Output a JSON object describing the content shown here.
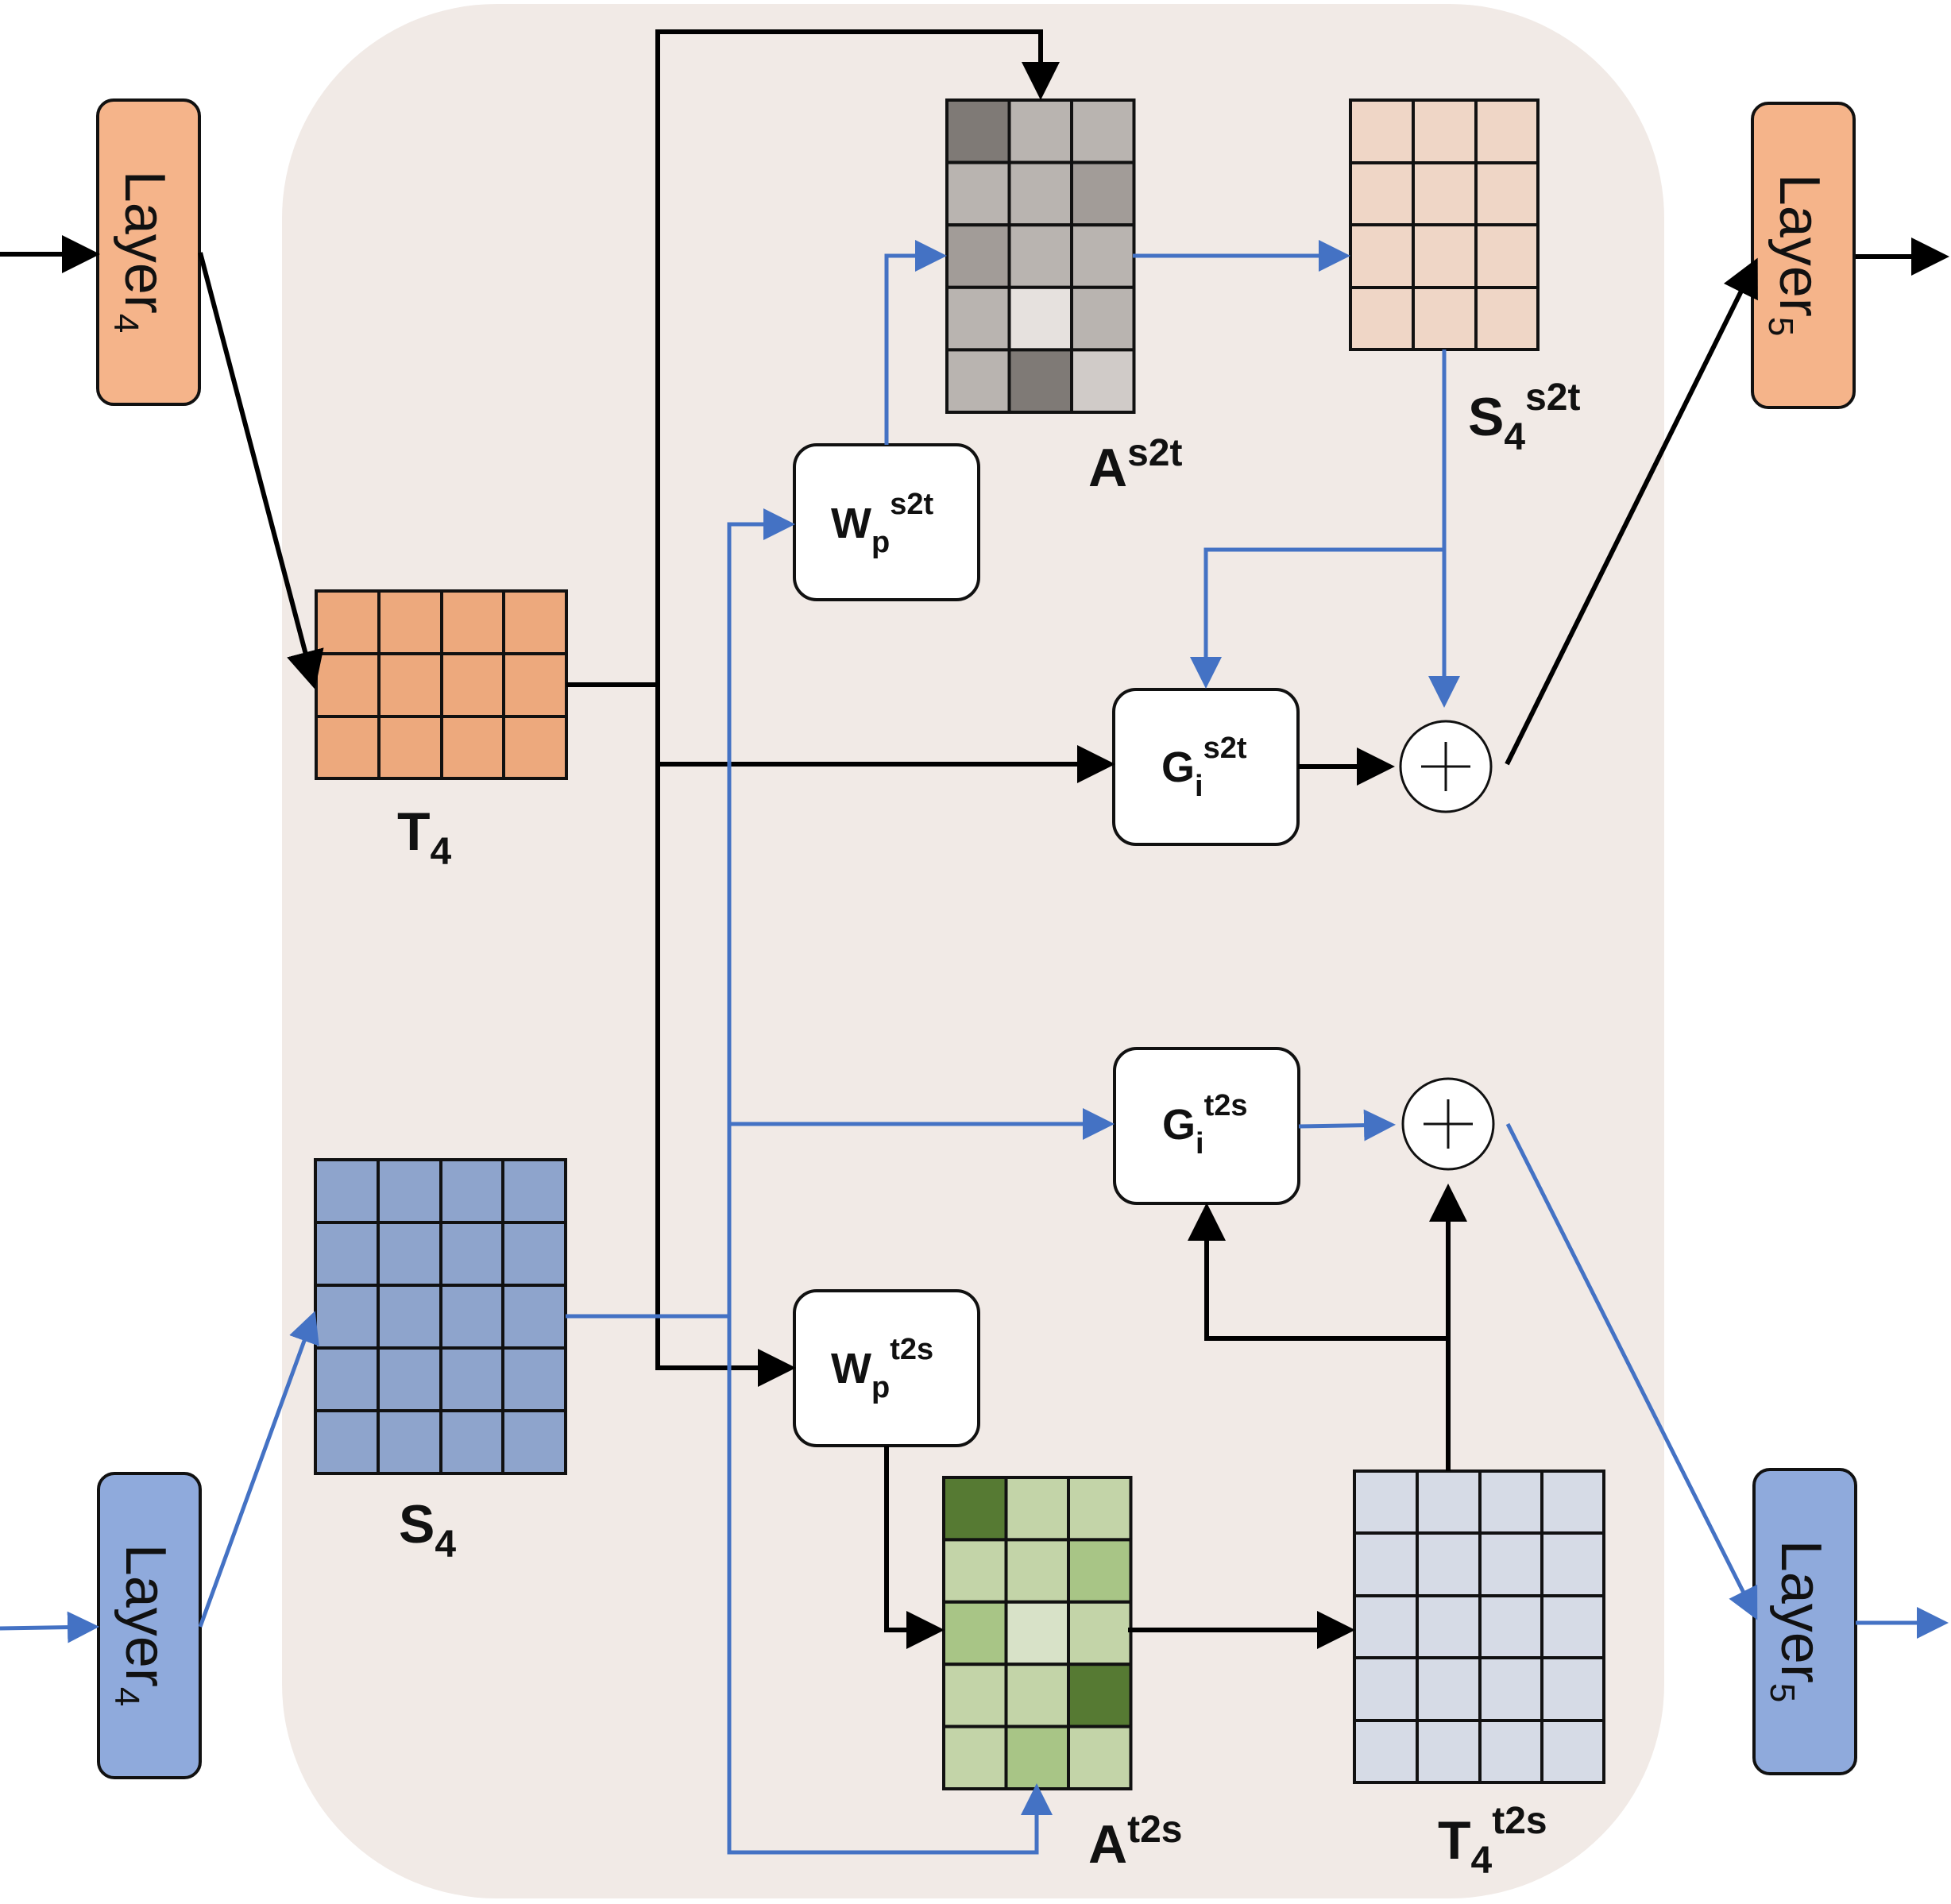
{
  "colors": {
    "panel": "#f1eae6",
    "teacher_layer": "#f5b48a",
    "student_layer": "#8faadc",
    "teacher_feature": "#eda97d",
    "student_feature": "#8ea4cc",
    "s2t_feature": "#efd6c6",
    "t2s_feature": "#d6dbe6",
    "black_arrow": "#000000",
    "blue_arrow": "#4472c4"
  },
  "layers": {
    "teacher_in": {
      "base": "Layer",
      "sub": "4"
    },
    "teacher_out": {
      "base": "Layer",
      "sub": "5"
    },
    "student_in": {
      "base": "Layer",
      "sub": "4"
    },
    "student_out": {
      "base": "Layer",
      "sub": "5"
    }
  },
  "labels": {
    "t4": {
      "base": "T",
      "sub": "4"
    },
    "s4": {
      "base": "S",
      "sub": "4"
    },
    "a_s2t": {
      "base": "A",
      "sup": "s2t"
    },
    "a_t2s": {
      "base": "A",
      "sup": "t2s"
    },
    "s4_s2t": {
      "base": "S",
      "sub": "4",
      "sup": "s2t"
    },
    "t4_t2s": {
      "base": "T",
      "sub": "4",
      "sup": "t2s"
    }
  },
  "modules": {
    "wp_s2t": {
      "base": "W",
      "sub": "p",
      "sup": "s2t"
    },
    "wp_t2s": {
      "base": "W",
      "sub": "p",
      "sup": "t2s"
    },
    "gi_s2t": {
      "base": "G",
      "sub": "i",
      "sup": "s2t"
    },
    "gi_t2s": {
      "base": "G",
      "sub": "i",
      "sup": "t2s"
    }
  },
  "attention_s2t_cells": [
    [
      "#7f7a76",
      "#b9b4b0",
      "#b9b4b0"
    ],
    [
      "#b9b4b0",
      "#b9b4b0",
      "#a29c98"
    ],
    [
      "#a29c98",
      "#b9b4b0",
      "#b9b4b0"
    ],
    [
      "#b9b4b0",
      "#e6e1de",
      "#b9b4b0"
    ],
    [
      "#b9b4b0",
      "#7f7a76",
      "#d0cbc8"
    ]
  ],
  "attention_t2s_cells": [
    [
      "#567a33",
      "#c3d4a8",
      "#c3d4a8"
    ],
    [
      "#c3d4a8",
      "#c3d4a8",
      "#a8c586"
    ],
    [
      "#a8c586",
      "#d8e2c8",
      "#c3d4a8"
    ],
    [
      "#c3d4a8",
      "#c3d4a8",
      "#567a33"
    ],
    [
      "#c3d4a8",
      "#a8c586",
      "#c3d4a8"
    ]
  ]
}
